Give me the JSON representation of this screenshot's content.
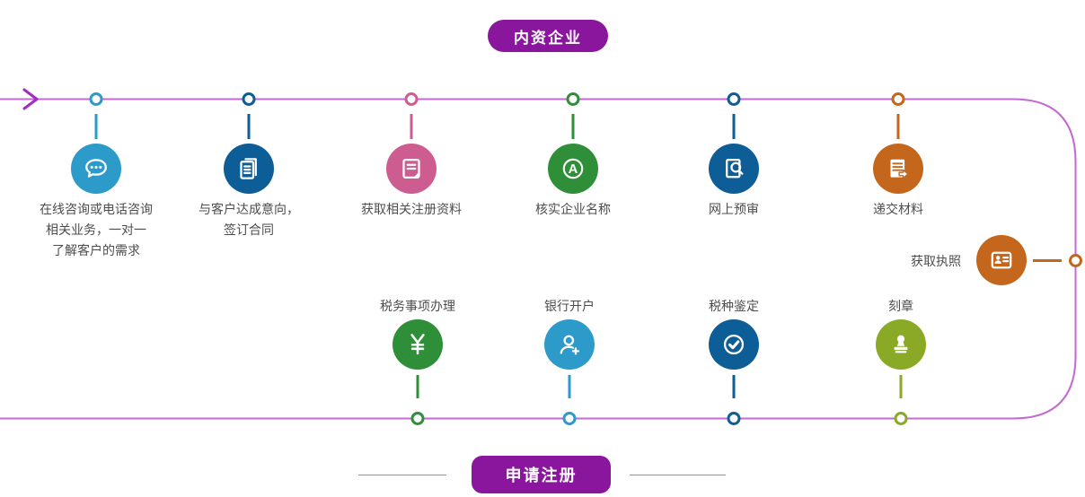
{
  "badges": {
    "top_label": "内资企业",
    "bottom_label": "申请注册"
  },
  "timeline": {
    "line_color": "#c468d3",
    "arrow_color": "#a22cc0",
    "badge_color": "#8a169d",
    "divider_color": "#8f8f8f",
    "top_steps": [
      {
        "label": "在线咨询或电话咨询\n相关业务，一对一\n了解客户的需求",
        "icon": "chat-icon",
        "color": "#2d9bc9"
      },
      {
        "label": "与客户达成意向，\n签订合同",
        "icon": "contract-documents-icon",
        "color": "#0d5d97"
      },
      {
        "label": "获取相关注册资料",
        "icon": "registration-form-icon",
        "color": "#cd5d90"
      },
      {
        "label": "核实企业名称",
        "icon": "letter-a-icon",
        "color": "#2f8f39"
      },
      {
        "label": "网上预审",
        "icon": "online-review-search-icon",
        "color": "#0d5d97"
      },
      {
        "label": "递交材料",
        "icon": "submit-materials-icon",
        "color": "#c4671d"
      }
    ],
    "side_step": {
      "label": "获取执照",
      "icon": "license-card-icon",
      "color": "#c4671d"
    },
    "bottom_steps": [
      {
        "label": "税务事项办理",
        "icon": "yen-icon",
        "color": "#2f8f39"
      },
      {
        "label": "银行开户",
        "icon": "add-user-icon",
        "color": "#2d9bc9"
      },
      {
        "label": "税种鉴定",
        "icon": "check-circle-icon",
        "color": "#0d5d97"
      },
      {
        "label": "刻章",
        "icon": "stamp-icon",
        "color": "#8aaa27"
      }
    ]
  }
}
